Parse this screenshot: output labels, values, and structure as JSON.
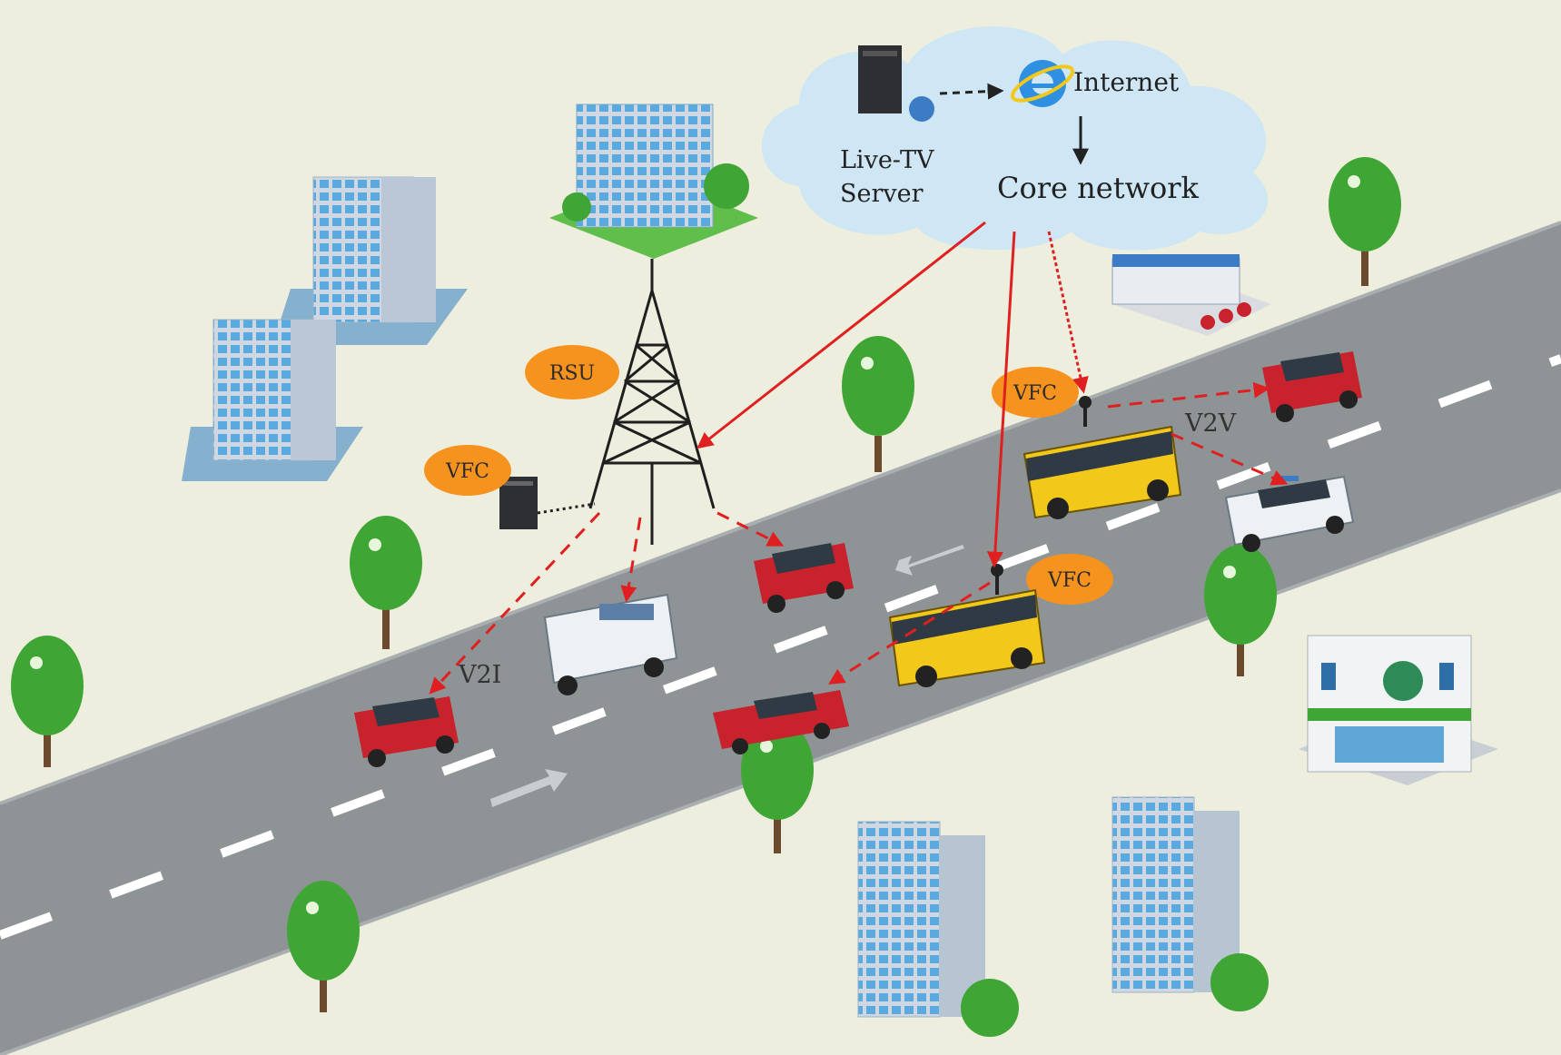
{
  "cloud": {
    "server_label_line1": "Live-TV",
    "server_label_line2": "Server",
    "internet_label": "Internet",
    "core_label": "Core network"
  },
  "labels": {
    "rsu": "RSU",
    "vfc_rsu": "VFC",
    "vfc_bus1": "VFC",
    "vfc_bus2": "VFC",
    "v2v": "V2V",
    "v2i": "V2I"
  },
  "colors": {
    "background": "#edeedd",
    "road": "#8e9396",
    "cloud": "#cfe7f5",
    "badge": "#f6921e",
    "link": "#e02020",
    "bus": "#f2c81b",
    "car": "#c8232c",
    "tree": "#3fa535"
  }
}
